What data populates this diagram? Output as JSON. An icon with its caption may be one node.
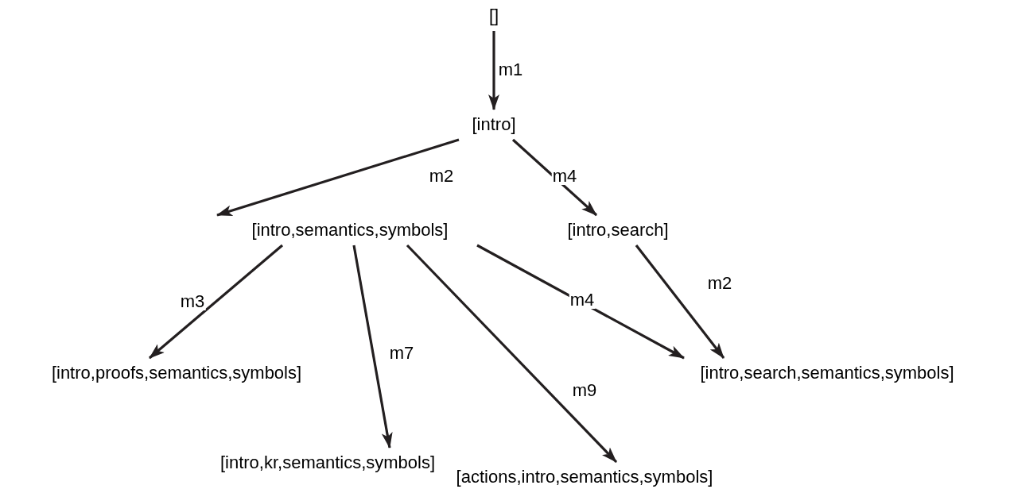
{
  "diagram": {
    "nodes": [
      {
        "text": [
          "[]"
        ]
      },
      {
        "text": [
          "[intro]"
        ]
      },
      {
        "text": [
          "[intro,semantics,symbols]"
        ]
      },
      {
        "text": [
          "[intro,search]"
        ]
      },
      {
        "text": [
          "[intro,proofs,semantics,symbols]"
        ]
      },
      {
        "text": [
          "[intro,search,semantics,symbols]"
        ]
      },
      {
        "text": [
          "[intro,kr,semantics,symbols]"
        ]
      },
      {
        "text": [
          "[actions,intro,semantics,symbols]"
        ]
      }
    ],
    "edges": [
      {
        "from": 0,
        "to": 1,
        "arrow": "to",
        "label": "m1"
      },
      {
        "from": 1,
        "to": 2,
        "arrow": "to",
        "label": "m2"
      },
      {
        "from": 1,
        "to": 3,
        "arrow": "to",
        "label": "m4"
      },
      {
        "from": 2,
        "to": 4,
        "arrow": "to",
        "label": "m3"
      },
      {
        "from": 2,
        "to": 6,
        "arrow": "to",
        "label": "m7"
      },
      {
        "from": 2,
        "to": 7,
        "arrow": "to",
        "label": "m9"
      },
      {
        "from": 2,
        "to": 5,
        "arrow": "to",
        "label": "m4"
      },
      {
        "from": 3,
        "to": 5,
        "arrow": "to",
        "label": "m2"
      }
    ]
  }
}
